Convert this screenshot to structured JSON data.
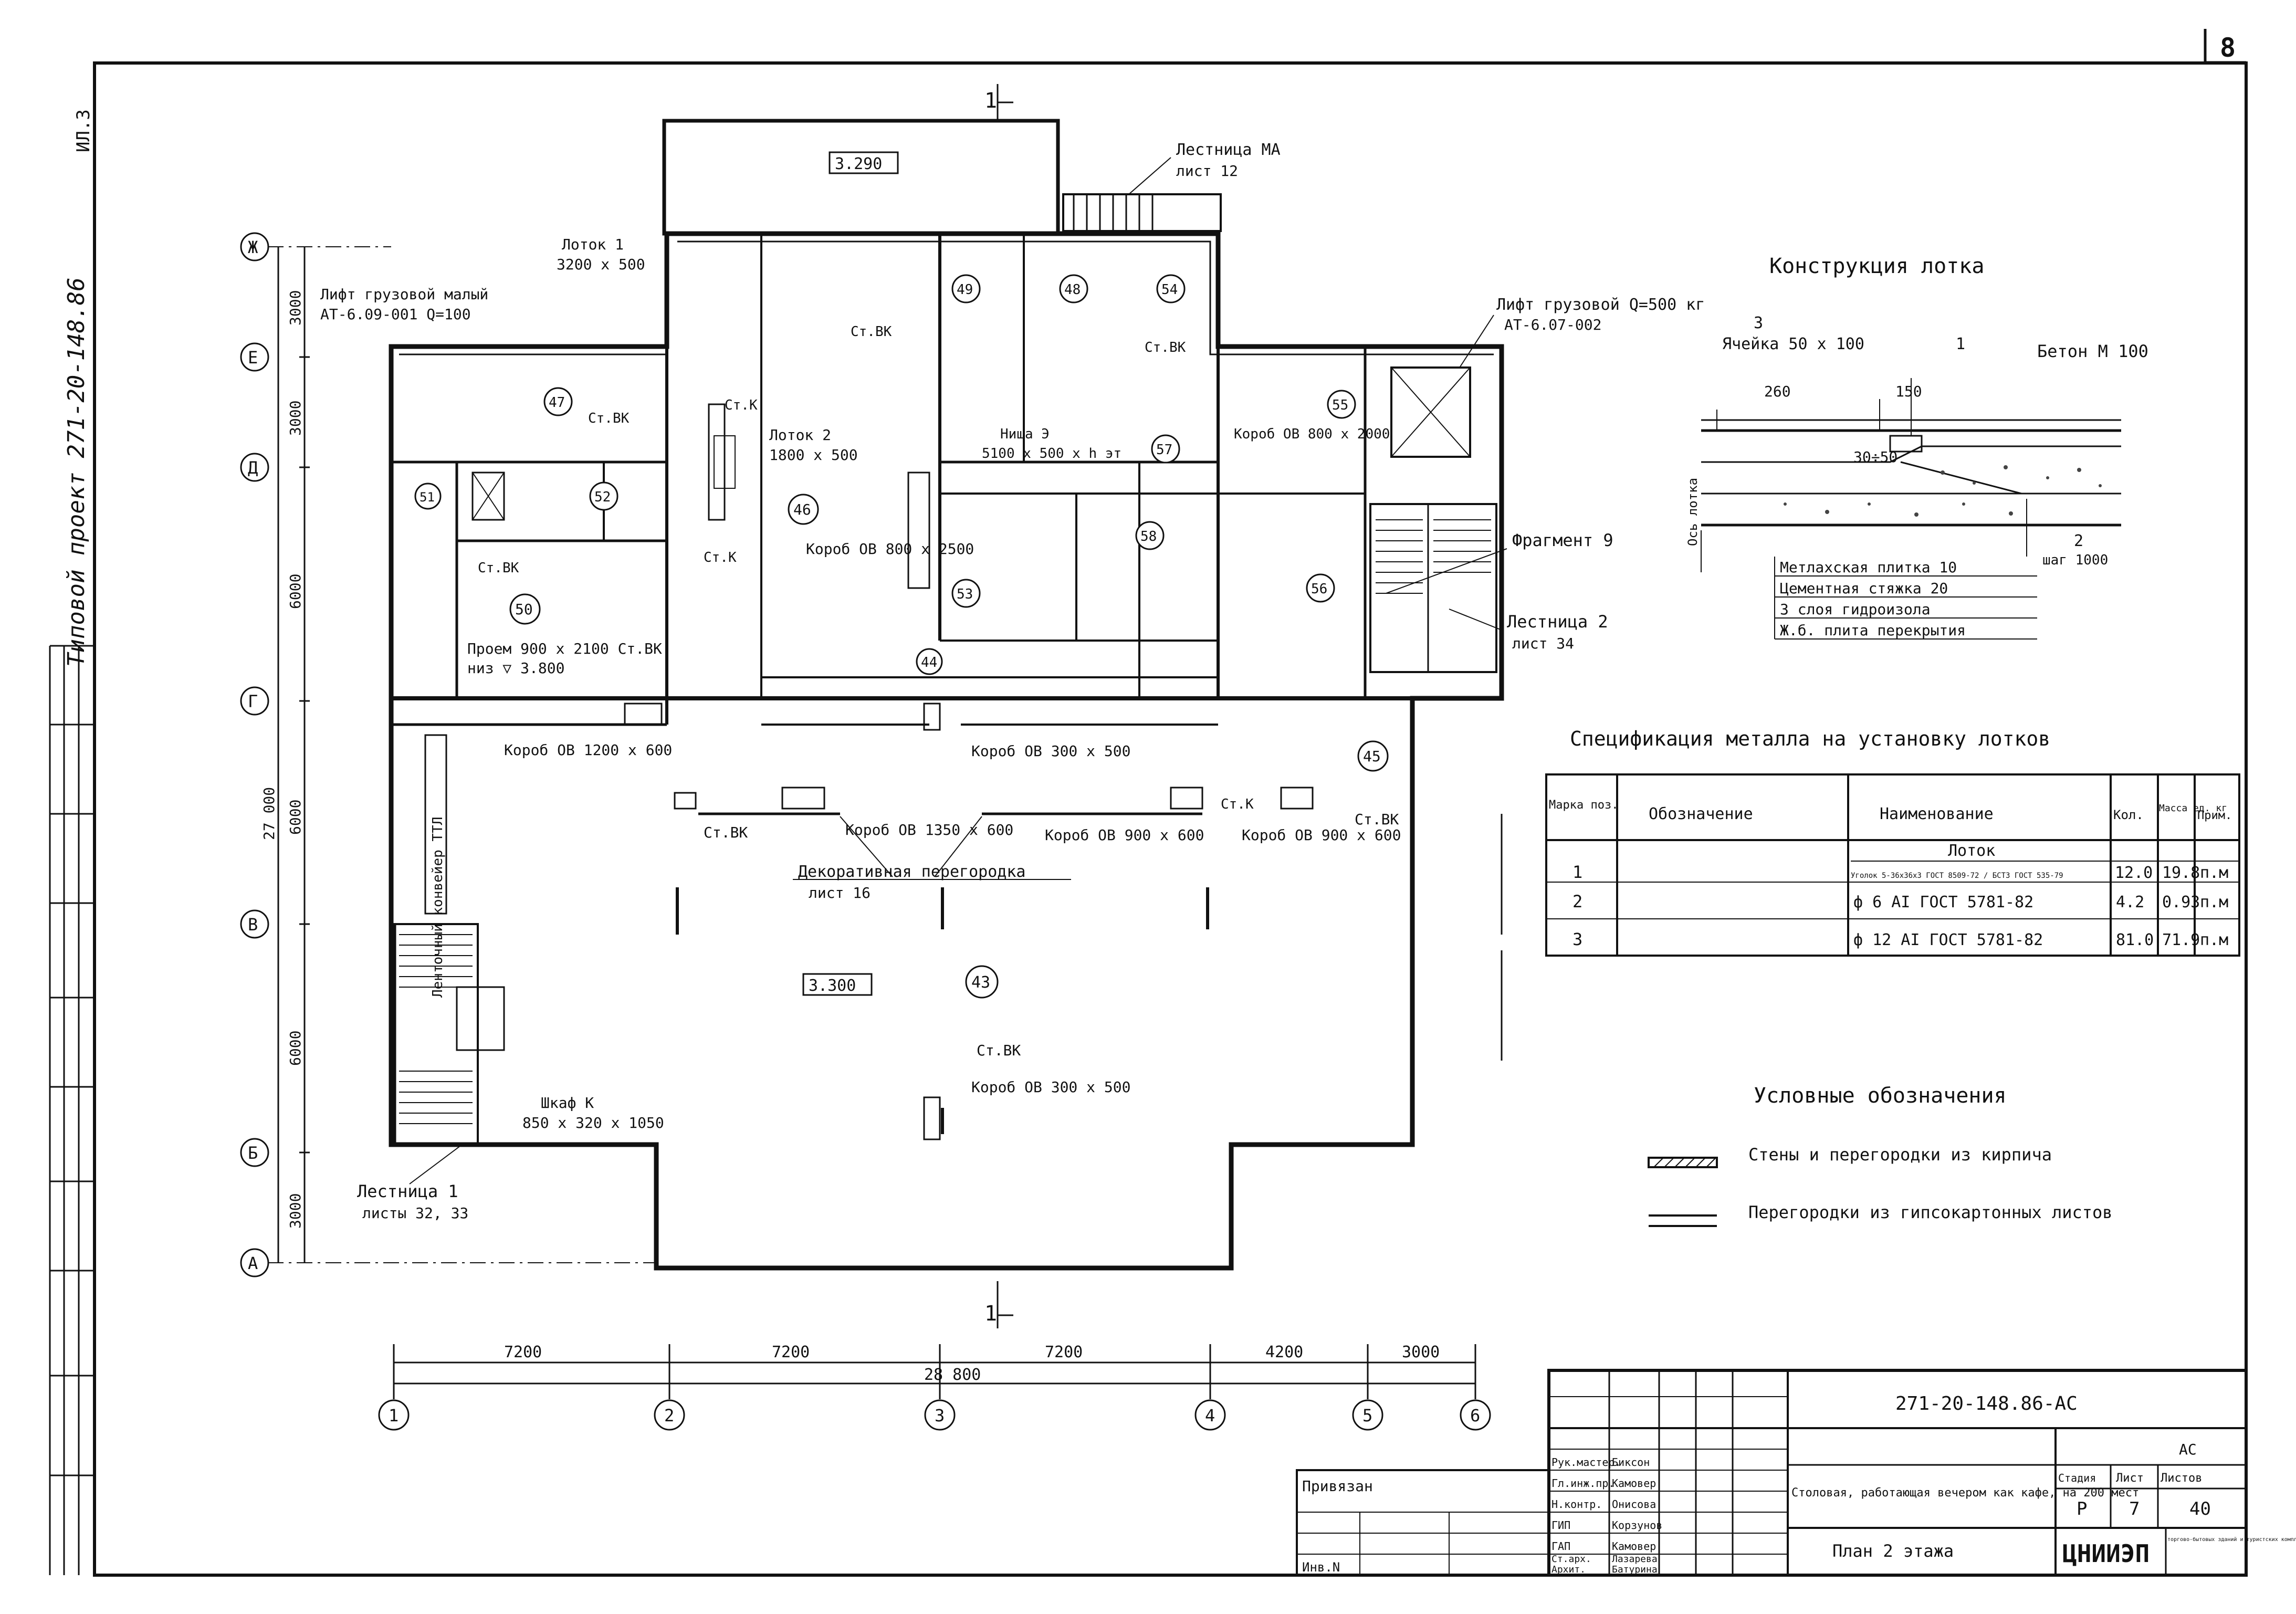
{
  "sheet_number": "8",
  "side_title": "Типовой проект 271-20-148.86",
  "side_corner": "ИЛ.3",
  "cut_label": "1",
  "marks": {
    "roof_level": "3.290",
    "floor_level": "3.300",
    "proem": "Проем 900 x 2100 Ст.ВК",
    "proem_niz": "низ ▽ 3.800"
  },
  "axes_rows": [
    "Ж",
    "Е",
    "Д",
    "Г",
    "В",
    "Б",
    "А"
  ],
  "axes_cols": [
    "1",
    "2",
    "3",
    "4",
    "5",
    "6"
  ],
  "row_dims": [
    "3000",
    "3000",
    "6000",
    "6000",
    "6000",
    "3000"
  ],
  "row_total": "27 000",
  "col_dims": [
    "7200",
    "7200",
    "7200",
    "4200",
    "3000"
  ],
  "col_total": "28 800",
  "labels": {
    "stair_ma": "Лестница МА",
    "stair_ma_sheet": "лист 12",
    "lift_small": "Лифт грузовой малый",
    "lift_small_code": "АТ-6.09-001 Q=100",
    "lotok1": "Лоток 1",
    "lotok1_size": "3200 x 500",
    "lotok2": "Лоток 2",
    "lotok2_size": "1800 x 500",
    "lift_big": "Лифт грузовой Q=500 кг",
    "lift_big_code": "АТ-6.07-002",
    "nisha": "Ниша Э",
    "nisha_size": "5100 x 500 x h эт",
    "korob_800_2000": "Короб ОВ 800 x 2000",
    "korob_800_2500": "Короб ОВ 800 x 2500",
    "korob_1200_600": "Короб ОВ 1200 x 600",
    "korob_300_500": "Короб ОВ 300 x 500",
    "korob_1350_600": "Короб ОВ 1350 x 600",
    "korob_900_600": "Короб ОВ 900 x 600",
    "korob_900_600b": "Короб ОВ 900 x 600",
    "korob_300_500b": "Короб ОВ 300 x 500",
    "fragment": "Фрагмент 9",
    "stair2": "Лестница 2",
    "stair2_sheet": "лист 34",
    "dekor": "Декоративная перегородка",
    "dekor_sheet": "лист 16",
    "conveyor": "Ленточный конвейер ТТЛ",
    "shkaf": "Шкаф К",
    "shkaf_size": "850 x 320 x 1050",
    "stair1": "Лестница 1",
    "stair1_sheet": "листы 32, 33",
    "stvk": "Ст.ВК",
    "stk": "Ст.К",
    "prividan": "Привязан",
    "inv": "Инв.N"
  },
  "rooms": [
    "43",
    "44",
    "45",
    "46",
    "47",
    "48",
    "49",
    "50",
    "51",
    "52",
    "53",
    "54",
    "55",
    "56",
    "57",
    "58"
  ],
  "construction": {
    "title": "Конструкция лотка",
    "cell": "Ячейка 50 x 100",
    "beton": "Бетон М 100",
    "d1": "260",
    "d2": "150",
    "slope": "30÷50",
    "shag": "шаг 1000",
    "axis": "Ось лотка",
    "n1": "3",
    "n2": "1",
    "n3": "2",
    "layers": [
      "Метлахская плитка 10",
      "Цементная стяжка 20",
      "3 слоя гидроизола",
      "Ж.б. плита перекрытия"
    ]
  },
  "spec": {
    "title": "Спецификация металла на установку лотков",
    "headers": [
      "Марка поз.",
      "Обозначение",
      "Наименование",
      "Кол.",
      "Масса ед. кг",
      "Прим."
    ],
    "group": "Лоток",
    "rows": [
      {
        "pos": "1",
        "des": "",
        "name": "Уголок 5-36x36x3 ГОСТ 8509-72 / БСТ3 ГОСТ 535-79",
        "qty": "12.0",
        "mass": "19.8",
        "note": "п.м"
      },
      {
        "pos": "2",
        "des": "",
        "name": "ф 6 АI ГОСТ 5781-82",
        "qty": "4.2",
        "mass": "0.93",
        "note": "п.м"
      },
      {
        "pos": "3",
        "des": "",
        "name": "ф 12 АI ГОСТ 5781-82",
        "qty": "81.0",
        "mass": "71.9",
        "note": "п.м"
      }
    ]
  },
  "legend": {
    "title": "Условные обозначения",
    "item1": "Стены и перегородки из кирпича",
    "item2": "Перегородки из гипсокартонных листов"
  },
  "titleblock": {
    "code": "271-20-148.86-АС",
    "ac": "АС",
    "project": "Столовая, работающая вечером как кафе, на 200 мест",
    "sheet_name": "План 2 этажа",
    "stage_h": "Стадия",
    "sheet_h": "Лист",
    "sheets_h": "Листов",
    "stage": "Р",
    "sheet": "7",
    "sheets": "40",
    "org": "ЦНИИЭП",
    "org2": "торгово-бытовых зданий и туристских комплексов",
    "people": [
      [
        "Рук.мастер.",
        "Биксон"
      ],
      [
        "Гл.инж.пр.",
        "Камовер"
      ],
      [
        "Н.контр.",
        "Онисова"
      ],
      [
        "ГИП",
        "Корзунов"
      ],
      [
        "ГАП",
        "Камовер"
      ],
      [
        "Ст.арх.",
        "Лазарева"
      ],
      [
        "Архит.",
        "Батурина"
      ]
    ]
  }
}
